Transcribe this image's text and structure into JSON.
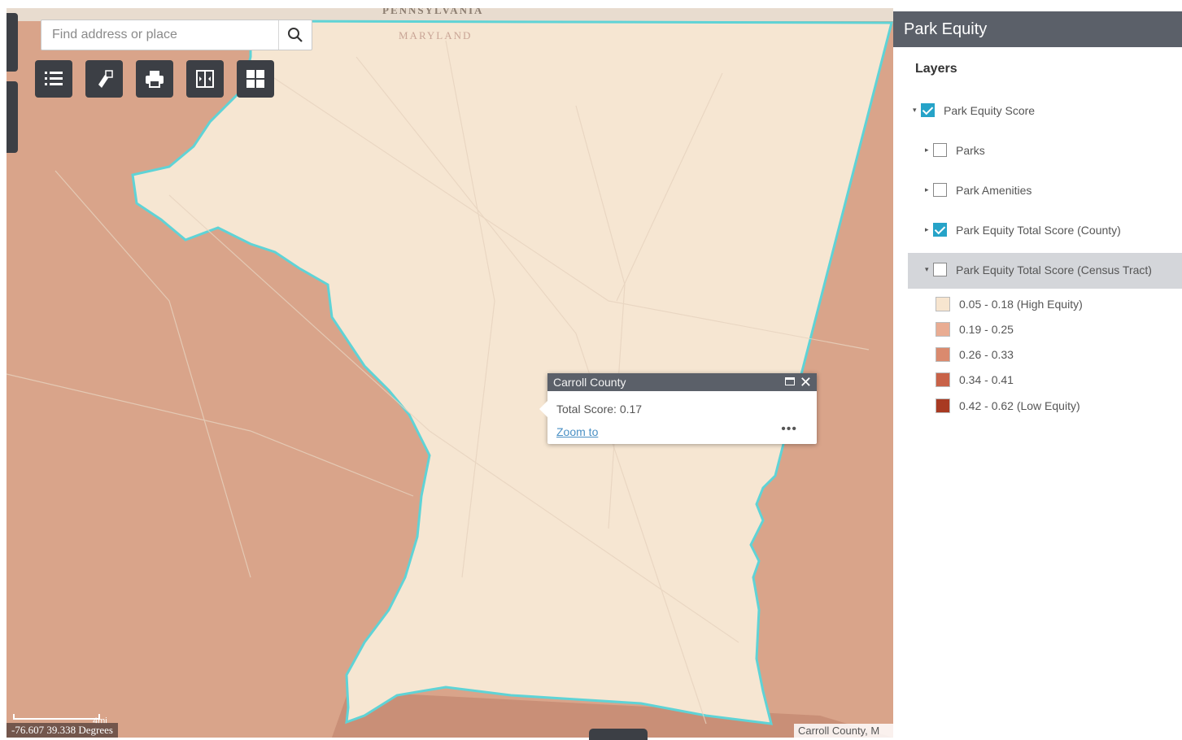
{
  "map": {
    "search": {
      "placeholder": "Find address or place"
    },
    "state_labels": {
      "pennsylvania": "PENNSYLVANIA",
      "maryland": "MARYLAND"
    },
    "toolbar": [
      {
        "name": "legend-button",
        "icon": "list-icon"
      },
      {
        "name": "basemap-button",
        "icon": "layers-icon"
      },
      {
        "name": "print-button",
        "icon": "printer-icon"
      },
      {
        "name": "swipe-button",
        "icon": "swipe-icon"
      },
      {
        "name": "gallery-button",
        "icon": "grid-icon"
      }
    ],
    "scale_label": "4mi",
    "coordinates": "-76.607 39.338 Degrees",
    "attribution": "Carroll County, M",
    "colors": {
      "county_fill": "#f6e6d2",
      "outside_fill": "#d9a48a",
      "boundary": "#5fd3d6"
    }
  },
  "popup": {
    "title": "Carroll County",
    "field": "Total Score: 0.17",
    "zoom_link": "Zoom to",
    "more": "•••"
  },
  "panel": {
    "title": "Park Equity",
    "layers_heading": "Layers",
    "layers": [
      {
        "label": "Park Equity Score",
        "checked": true
      },
      {
        "label": "Parks",
        "checked": false
      },
      {
        "label": "Park Amenities",
        "checked": false
      },
      {
        "label": "Park Equity Total Score (County)",
        "checked": true
      },
      {
        "label": "Park Equity Total Score (Census Tract)",
        "checked": false
      }
    ],
    "legend": [
      {
        "label": "0.05 - 0.18 (High Equity)",
        "color": "#f7e5cf"
      },
      {
        "label": "0.19 - 0.25",
        "color": "#e9ac92"
      },
      {
        "label": "0.26 - 0.33",
        "color": "#da8a6e"
      },
      {
        "label": "0.34 - 0.41",
        "color": "#c86248"
      },
      {
        "label": "0.42 - 0.62 (Low Equity)",
        "color": "#a83a22"
      }
    ]
  }
}
